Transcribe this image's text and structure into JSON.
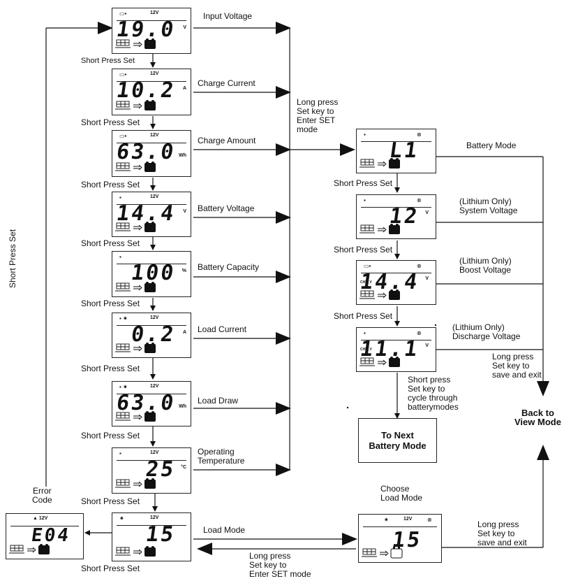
{
  "left_screens": [
    {
      "digits": "19.0",
      "unit": "V",
      "v12": "12V",
      "label": "Input Voltage"
    },
    {
      "digits": "10.2",
      "unit": "A",
      "v12": "12V",
      "label": "Charge Current"
    },
    {
      "digits": "63.0",
      "unit": "Wh",
      "v12": "12V",
      "label": "Charge Amount"
    },
    {
      "digits": "14.4",
      "unit": "V",
      "v12": "12V",
      "label": "Battery Voltage"
    },
    {
      "digits": "100",
      "unit": "%",
      "v12": "",
      "label": "Battery Capacity"
    },
    {
      "digits": "0.2",
      "unit": "A",
      "v12": "12V",
      "label": "Load Current"
    },
    {
      "digits": "63.0",
      "unit": "Wh",
      "v12": "12V",
      "label": "Load Draw"
    },
    {
      "digits": "25",
      "unit": "°C",
      "v12": "12V",
      "label": "Operating\nTemperature"
    },
    {
      "digits": "15",
      "unit": "",
      "v12": "12V",
      "label": "Load Mode"
    }
  ],
  "short_press_label": "Short Press Set",
  "short_press_vertical": "Short Press Set",
  "error_code_label": "Error\nCode",
  "error_screen": {
    "digits": "E04",
    "v12": "▲ 12V"
  },
  "long_press_enter": "Long press\nSet key to\nEnter SET\nmode",
  "long_press_enter_bottom": "Long press\nSet key to\nEnter SET mode",
  "right_screens": [
    {
      "digits": "L1",
      "unit": "",
      "label": "Battery Mode"
    },
    {
      "digits": "12",
      "unit": "V",
      "label": "(Lithium Only)\nSystem Voltage"
    },
    {
      "digits": "14.4",
      "unit": "V",
      "small": "CHE_V",
      "label": "(Lithium Only)\nBoost Voltage"
    },
    {
      "digits": "11.1",
      "unit": "V",
      "small": "CHE_V",
      "label": "(Lithium Only)\nDischarge Voltage"
    }
  ],
  "short_press_cycle": "Short press\nSet key to\ncycle through\nbatterymodes",
  "to_next_battery_mode": "To Next\nBattery Mode",
  "long_press_save_1": "Long press\nSet key to\nsave and exit",
  "back_to_view_mode": "Back to\nView Mode",
  "choose_load_mode": "Choose\nLoad Mode",
  "load_mode_screen": {
    "digits": "15",
    "v12": "12V"
  },
  "long_press_save_2": "Long press\nSet key to\nsave and exit"
}
